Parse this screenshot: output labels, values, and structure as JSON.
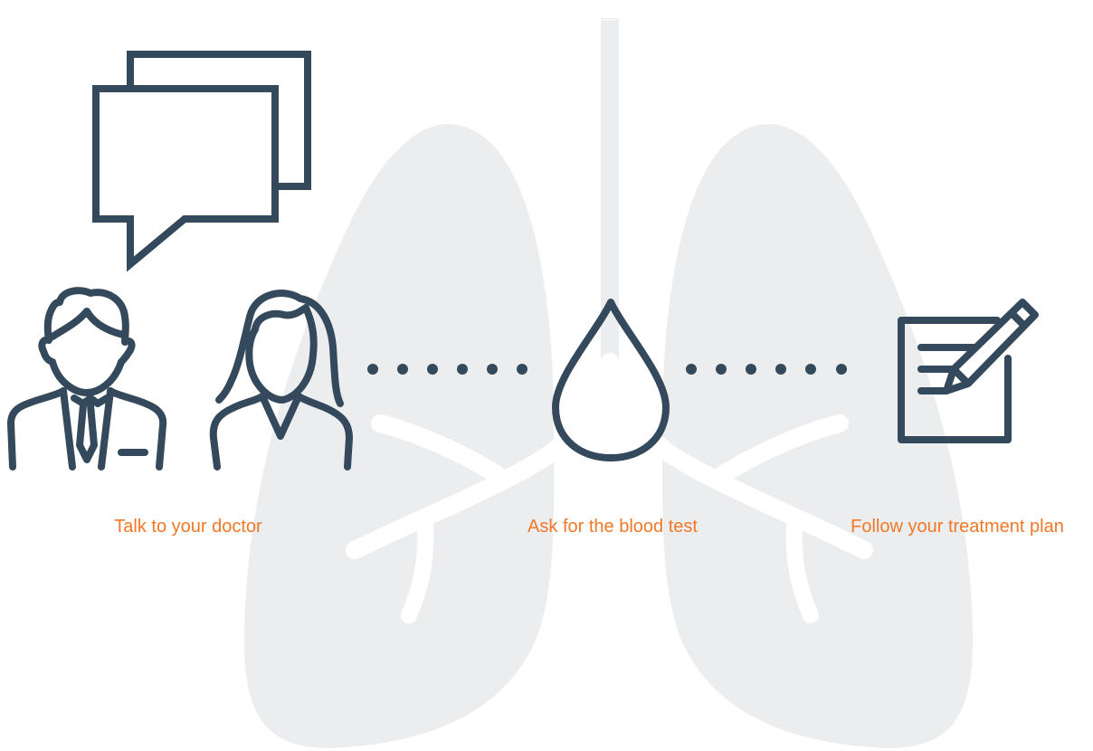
{
  "colors": {
    "icon_stroke": "#34495b",
    "label_text": "#f07828",
    "background_lungs": "#ecedee",
    "airways": "#ffffff"
  },
  "icons": {
    "chat": "speech-bubbles-icon",
    "doctors": "doctor-and-patient-icon",
    "drop": "blood-drop-icon",
    "plan": "notepad-with-pencil-icon",
    "background": "lungs-icon"
  },
  "steps": [
    {
      "label": "Talk to your doctor"
    },
    {
      "label": "Ask for the blood test"
    },
    {
      "label": "Follow your treatment plan"
    }
  ]
}
